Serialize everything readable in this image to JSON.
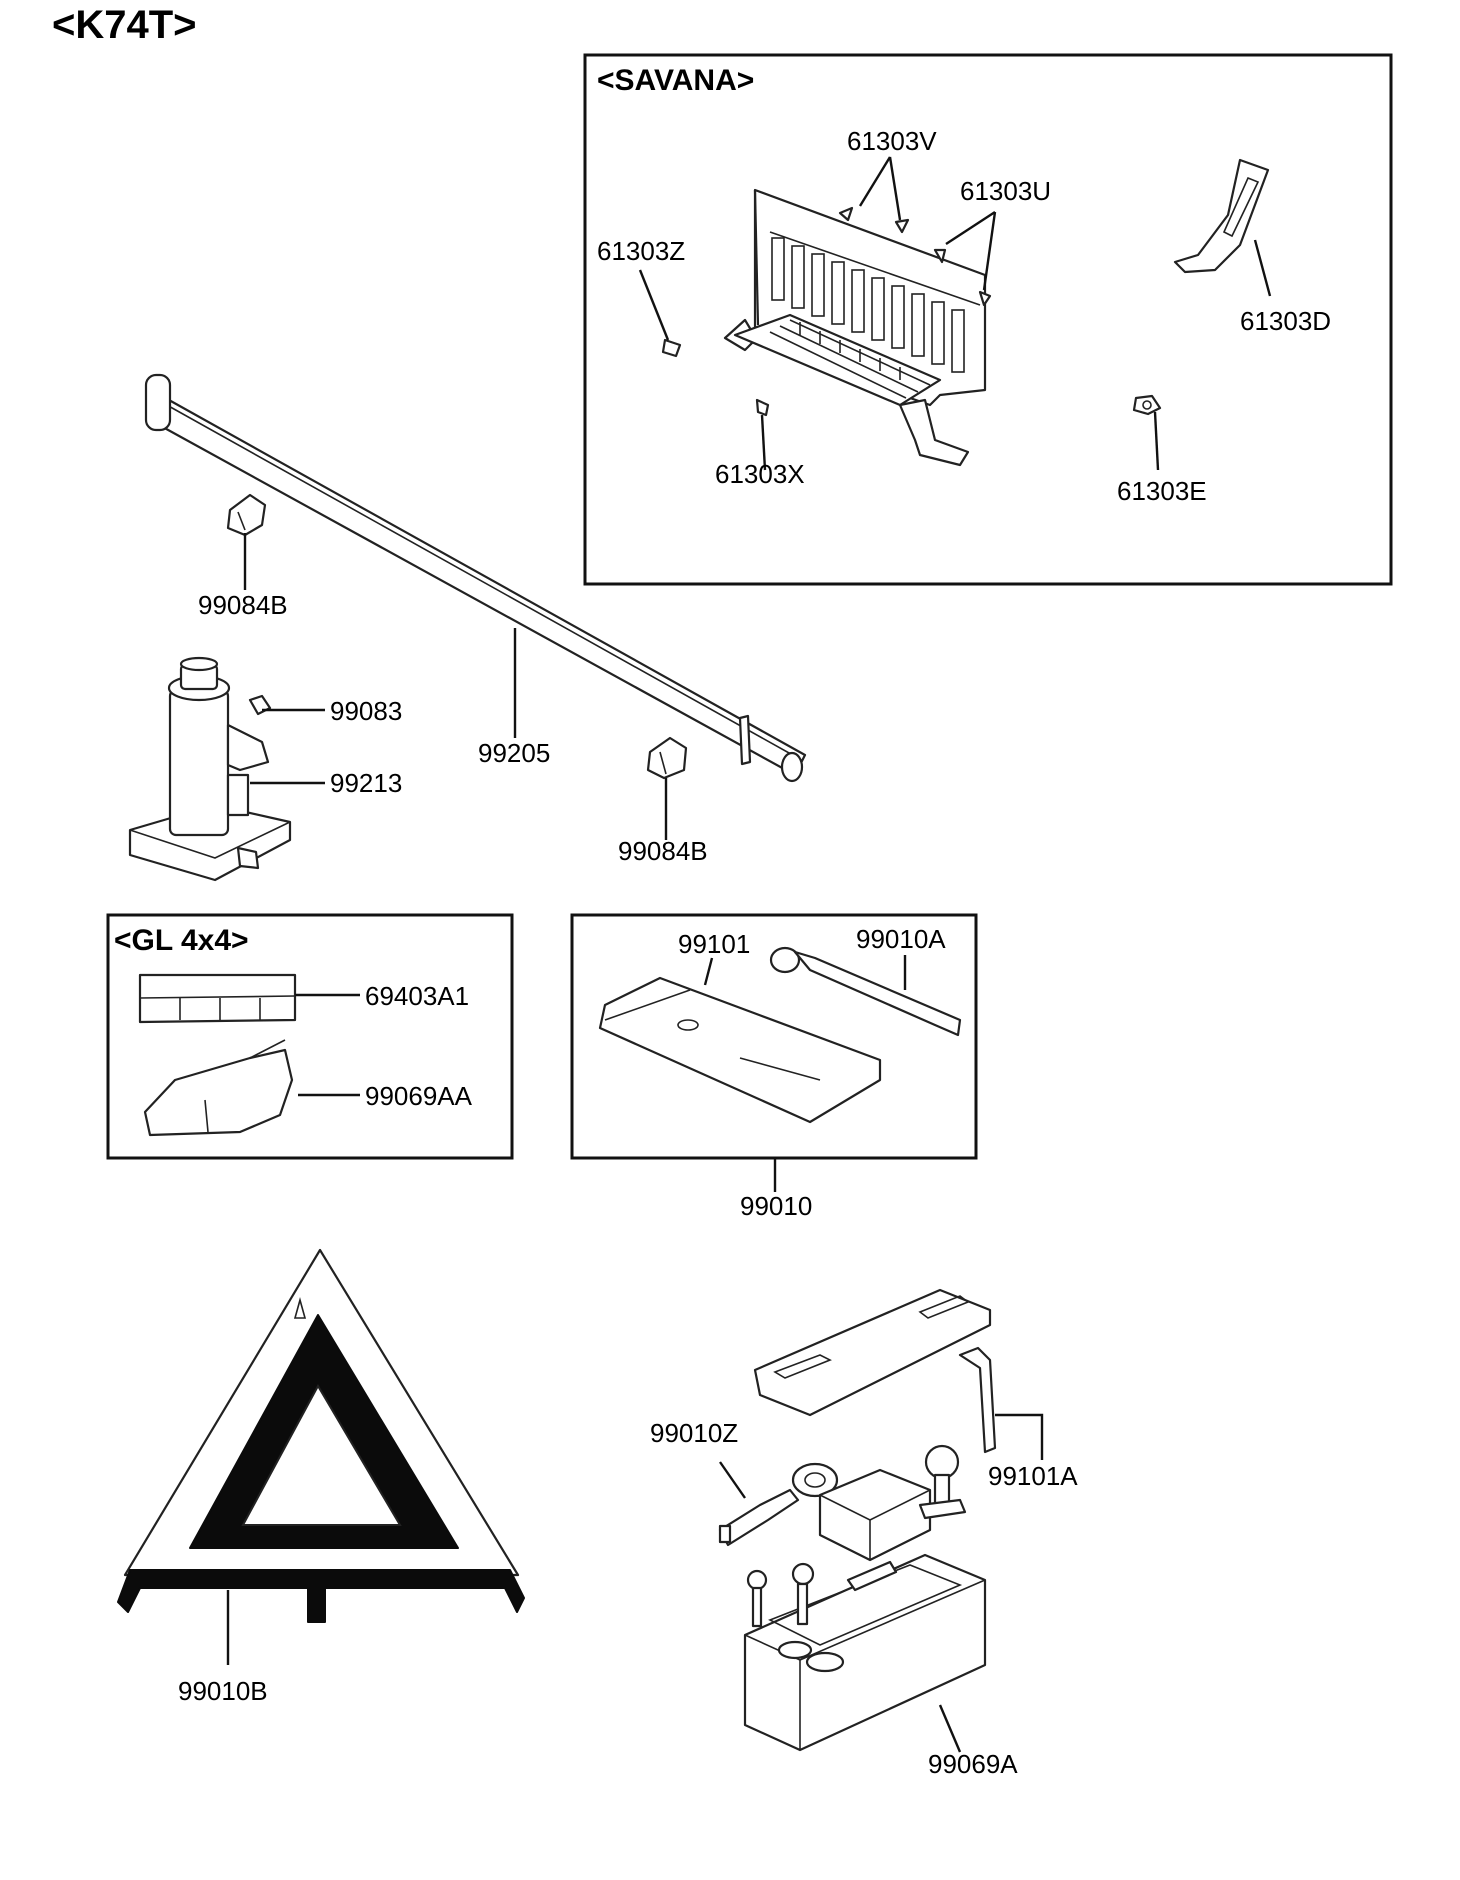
{
  "model_code": "<K74T>",
  "groups": {
    "savana": "<SAVANA>",
    "gl4x4": "<GL 4x4>"
  },
  "parts": {
    "p61303V": "61303V",
    "p61303U": "61303U",
    "p61303Z": "61303Z",
    "p61303D": "61303D",
    "p61303X": "61303X",
    "p61303E": "61303E",
    "p99084B_top": "99084B",
    "p99083": "99083",
    "p99205": "99205",
    "p99213": "99213",
    "p99084B_bottom": "99084B",
    "p69403A1": "69403A1",
    "p99069AA": "99069AA",
    "p99101": "99101",
    "p99010A": "99010A",
    "p99010": "99010",
    "p99010Z": "99010Z",
    "p99101A": "99101A",
    "p99010B": "99010B",
    "p99069A": "99069A"
  }
}
